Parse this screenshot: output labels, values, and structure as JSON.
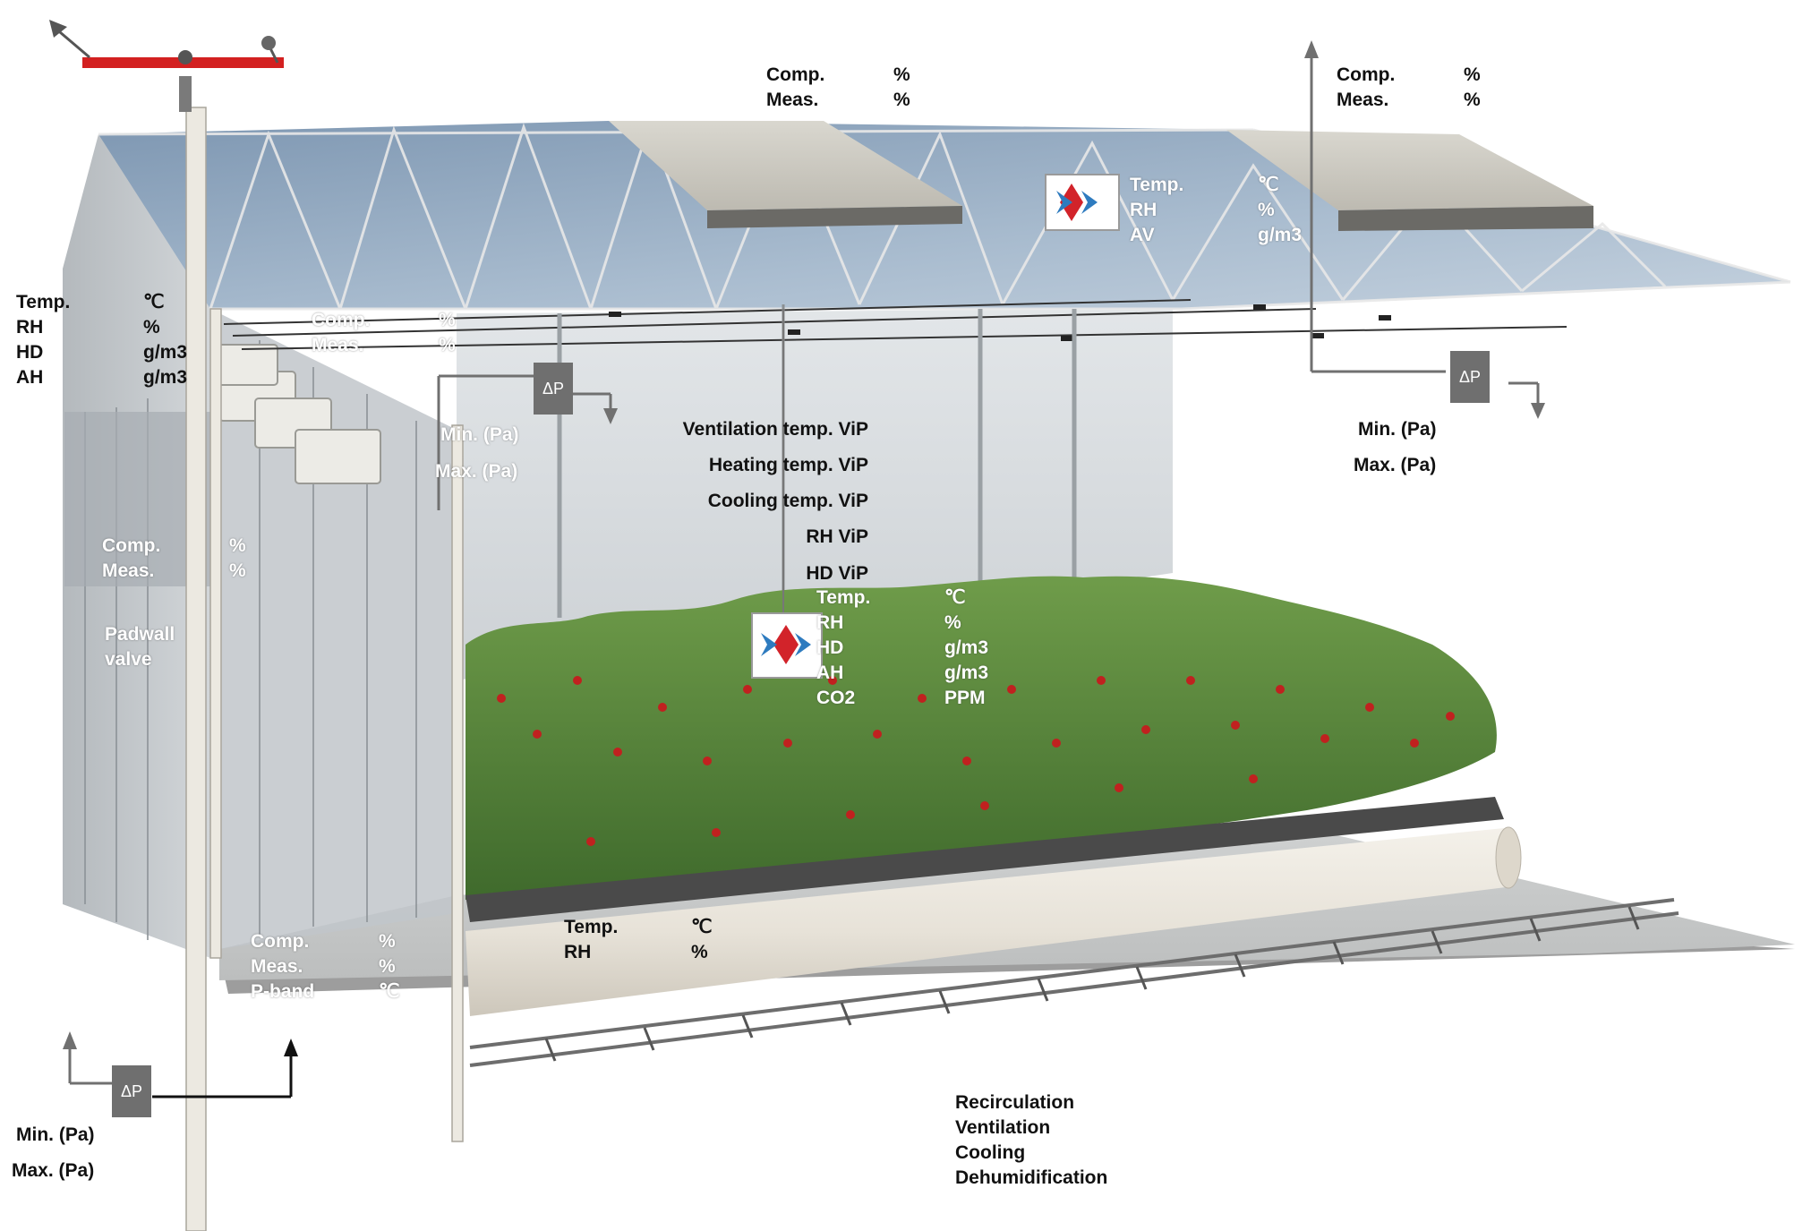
{
  "colors": {
    "sky_glass": "#9fb3c8",
    "frame": "#e6e4dc",
    "floor": "#c9c9c9",
    "plant_green": "#4d7a35",
    "fruit_red": "#c0211f",
    "sensor_red": "#d2232a",
    "sensor_blue": "#2e7bbf",
    "dp_box": "#6f6f6f",
    "weather_bar": "#d32020"
  },
  "icons": [
    "sensor-box-icon",
    "weather-station-icon",
    "differential-pressure-icon",
    "arrow-icon"
  ],
  "roof_vent_left": {
    "comp": "Comp.",
    "comp_unit": "%",
    "meas": "Meas.",
    "meas_unit": "%"
  },
  "roof_vent_right": {
    "comp": "Comp.",
    "comp_unit": "%",
    "meas": "Meas.",
    "meas_unit": "%"
  },
  "roof_sensor": {
    "temp": "Temp.",
    "temp_unit": "℃",
    "rh": "RH",
    "rh_unit": "%",
    "av": "AV",
    "av_unit": "g/m3"
  },
  "outside_sensor": {
    "temp": "Temp.",
    "temp_unit": "℃",
    "rh": "RH",
    "rh_unit": "%",
    "hd": "HD",
    "hd_unit": "g/m3",
    "ah": "AH",
    "ah_unit": "g/m3"
  },
  "screen": {
    "comp": "Comp.",
    "comp_unit": "%",
    "meas": "Meas.",
    "meas_unit": "%"
  },
  "dp_inner": {
    "symbol": "ΔP",
    "min": "Min. (Pa)",
    "max": "Max. (Pa)"
  },
  "dp_right": {
    "symbol": "ΔP",
    "min": "Min. (Pa)",
    "max": "Max. (Pa)"
  },
  "dp_bottom": {
    "symbol": "ΔP",
    "min": "Min. (Pa)",
    "max": "Max. (Pa)"
  },
  "vip": {
    "ventilation": "Ventilation temp. ViP",
    "heating": "Heating temp. ViP",
    "cooling": "Cooling temp. ViP",
    "rh": "RH ViP",
    "hd": "HD ViP"
  },
  "padwall": {
    "comp": "Comp.",
    "comp_unit": "%",
    "meas": "Meas.",
    "meas_unit": "%",
    "label": "Padwall\nvalve"
  },
  "crop_sensor": {
    "temp": "Temp.",
    "temp_unit": "℃",
    "rh": "RH",
    "rh_unit": "%",
    "hd": "HD",
    "hd_unit": "g/m3",
    "ah": "AH",
    "ah_unit": "g/m3",
    "co2": "CO2",
    "co2_unit": "PPM"
  },
  "duct_sensor": {
    "temp": "Temp.",
    "temp_unit": "℃",
    "rh": "RH",
    "rh_unit": "%"
  },
  "pband": {
    "comp": "Comp.",
    "comp_unit": "%",
    "meas": "Meas.",
    "meas_unit": "%",
    "pband": "P-band",
    "pband_unit": "℃"
  },
  "air_treatment": {
    "recirculation": "Recirculation",
    "ventilation": "Ventilation",
    "cooling": "Cooling",
    "dehumidification": "Dehumidification"
  }
}
